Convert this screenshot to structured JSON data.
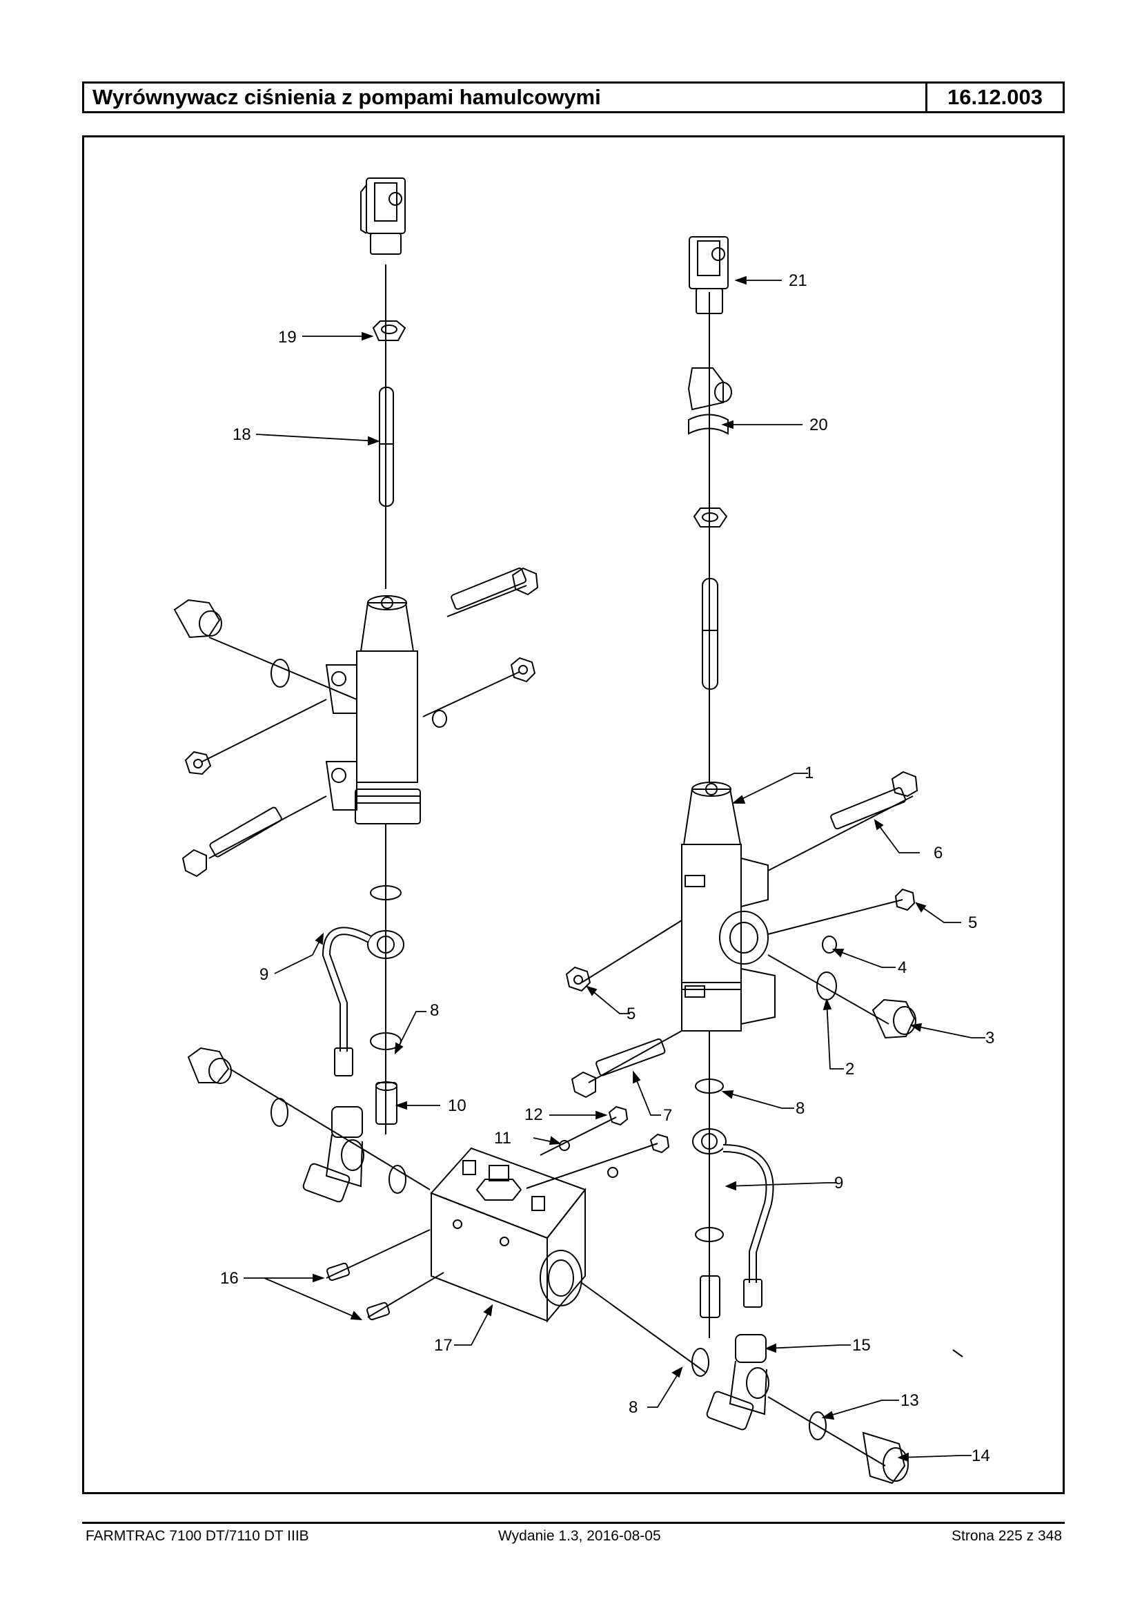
{
  "header": {
    "title": "Wyrównywacz ciśnienia z pompami hamulcowymi",
    "code": "16.12.003"
  },
  "callouts": {
    "c1": "1",
    "c2": "2",
    "c3": "3",
    "c4": "4",
    "c5a": "5",
    "c5b": "5",
    "c6": "6",
    "c7": "7",
    "c8a": "8",
    "c8b": "8",
    "c8c": "8",
    "c9a": "9",
    "c9b": "9",
    "c10": "10",
    "c11": "11",
    "c12": "12",
    "c13": "13",
    "c14": "14",
    "c15": "15",
    "c16": "16",
    "c17": "17",
    "c18": "18",
    "c19": "19",
    "c20": "20",
    "c21": "21"
  },
  "footer": {
    "left": "FARMTRAC 7100 DT/7110 DT IIIB",
    "center": "Wydanie 1.3,  2016-08-05",
    "right": "Strona 225 z 348"
  }
}
